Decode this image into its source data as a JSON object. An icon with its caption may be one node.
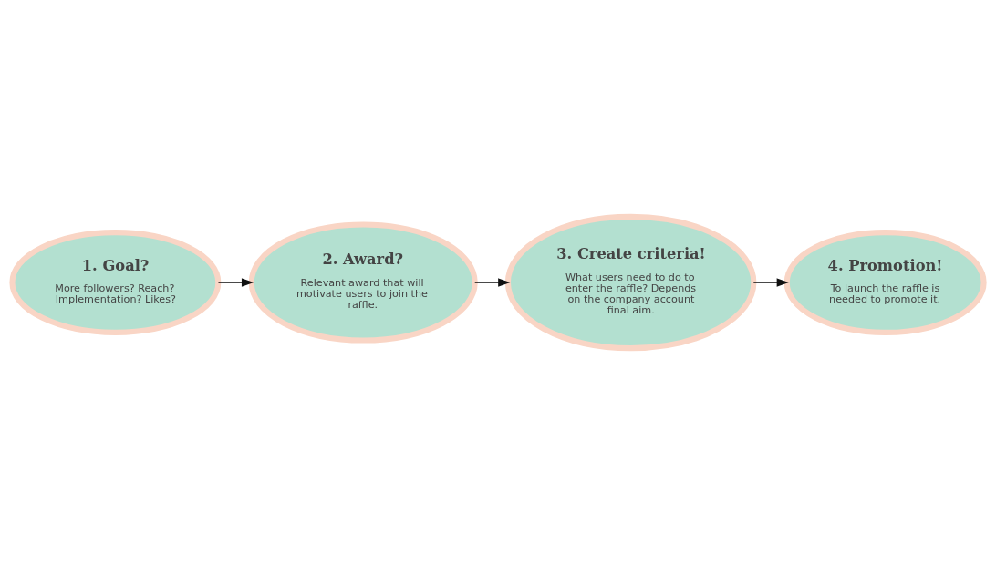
{
  "diagram": {
    "nodes": [
      {
        "text": [
          "1. Goal?",
          "More followers? Reach? Implementation? Likes?"
        ]
      },
      {
        "text": [
          "2. Award?",
          "Relevant award that will motivate users to join the raffle."
        ]
      },
      {
        "text": [
          "3. Create criteria!",
          "What users need to do to enter the raffle? Depends on the company account final aim."
        ]
      },
      {
        "text": [
          "4. Promotion!",
          "To launch the raffle is needed to promote it."
        ]
      }
    ],
    "edges": [
      {
        "from": 0,
        "to": 1,
        "arrow": "to"
      },
      {
        "from": 1,
        "to": 2,
        "arrow": "to"
      },
      {
        "from": 2,
        "to": 3,
        "arrow": "to"
      }
    ]
  }
}
